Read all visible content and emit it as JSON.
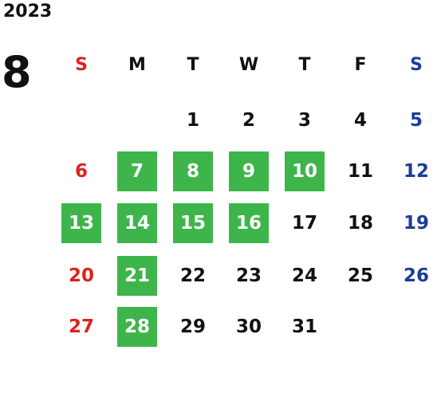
{
  "calendar": {
    "year": "2023",
    "month": "8",
    "weekdays": [
      "S",
      "M",
      "T",
      "W",
      "T",
      "F",
      "S"
    ],
    "weeks": [
      [
        "",
        "",
        "1",
        "2",
        "3",
        "4",
        "5"
      ],
      [
        "6",
        "7",
        "8",
        "9",
        "10",
        "11",
        "12"
      ],
      [
        "13",
        "14",
        "15",
        "16",
        "17",
        "18",
        "19"
      ],
      [
        "20",
        "21",
        "22",
        "23",
        "24",
        "25",
        "26"
      ],
      [
        "27",
        "28",
        "29",
        "30",
        "31",
        "",
        ""
      ]
    ],
    "highlighted_days": [
      "7",
      "8",
      "9",
      "10",
      "13",
      "14",
      "15",
      "16",
      "21",
      "28"
    ]
  },
  "colors": {
    "highlight": "#3db54a",
    "sunday": "#e02020",
    "saturday": "#1a3d9a",
    "weekday": "#111111"
  }
}
